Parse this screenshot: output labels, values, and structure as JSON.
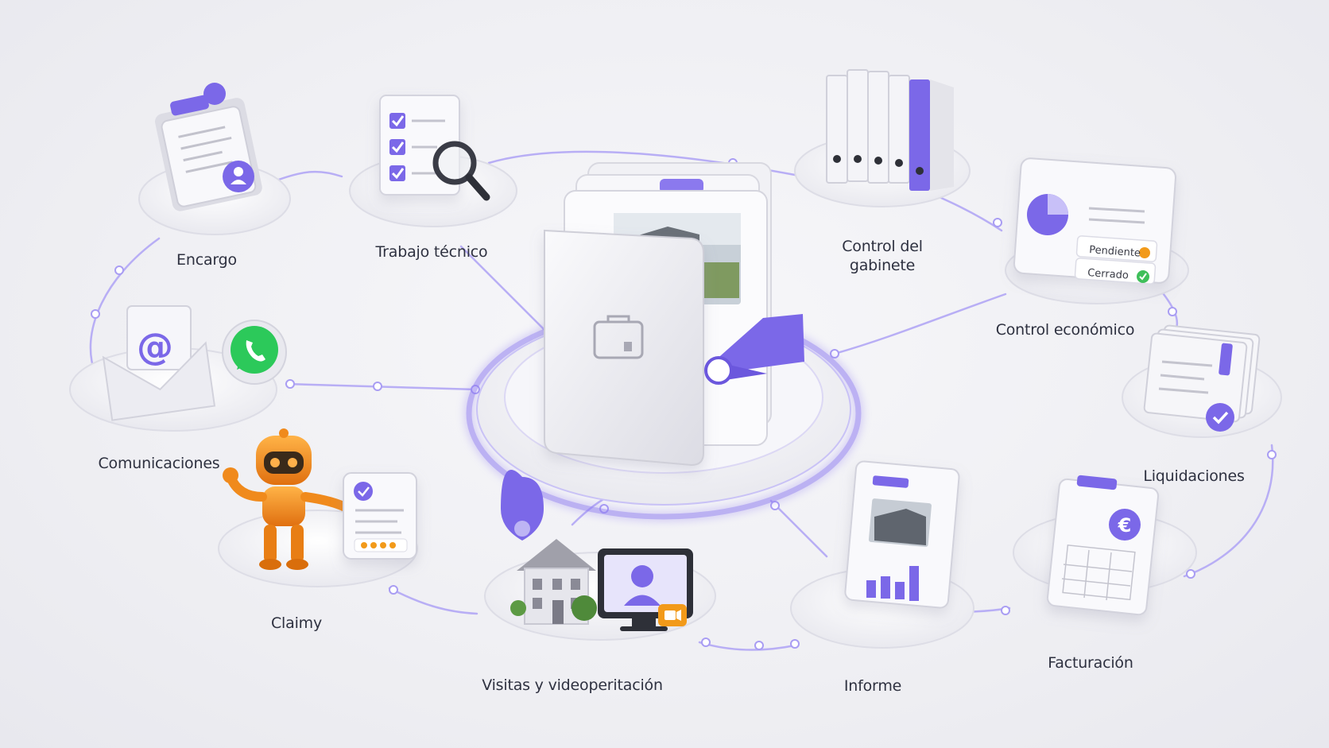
{
  "diagram": {
    "nodes": {
      "encargo": "Encargo",
      "trabajo_tecnico": "Trabajo técnico",
      "control_gabinete_line1": "Control del",
      "control_gabinete_line2": "gabinete",
      "control_economico": "Control económico",
      "liquidaciones": "Liquidaciones",
      "comunicaciones": "Comunicaciones",
      "claimy": "Claimy",
      "visitas": "Visitas y videoperitación",
      "informe": "Informe",
      "facturacion": "Facturación"
    },
    "status_card": {
      "pendiente": "Pendiente",
      "cerrado": "Cerrado"
    },
    "icons": {
      "email_symbol": "@",
      "currency_symbol": "€"
    },
    "colors": {
      "accent": "#7b68e8",
      "accent_dark": "#5b4bd0",
      "robot": "#f08a1c",
      "pending": "#f29a1a",
      "closed": "#3fbf5a",
      "whatsapp": "#2cc95a"
    }
  }
}
